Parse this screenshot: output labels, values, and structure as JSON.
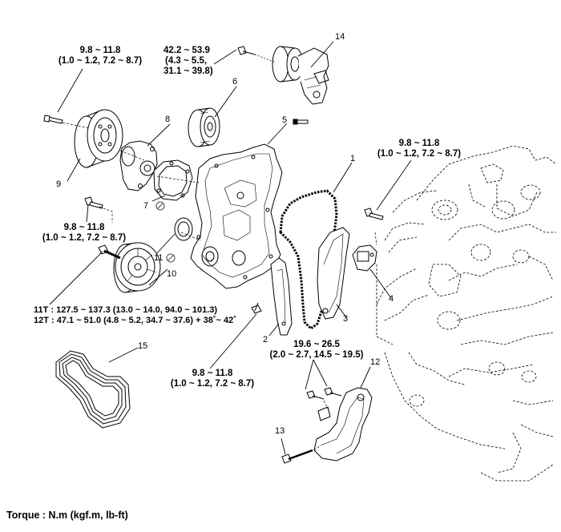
{
  "torques": {
    "t9": {
      "line1": "9.8 ~ 11.8",
      "line2": "(1.0 ~ 1.2, 7.2 ~ 8.7)"
    },
    "t14": {
      "line1": "42.2 ~ 53.9",
      "line2": "(4.3 ~ 5.5,",
      "line3": "31.1 ~ 39.8)"
    },
    "t4": {
      "line1": "9.8 ~ 11.8",
      "line2": "(1.0 ~ 1.2, 7.2 ~ 8.7)"
    },
    "t10bolt": {
      "line1": "9.8 ~ 11.8",
      "line2": "(1.0 ~ 1.2, 7.2 ~ 8.7)"
    },
    "t2": {
      "line1": "9.8 ~ 11.8",
      "line2": "(1.0 ~ 1.2, 7.2 ~ 8.7)"
    },
    "t12": {
      "line1": "19.6 ~ 26.5",
      "line2": "(2.0 ~ 2.7, 14.5 ~ 19.5)"
    },
    "crank": {
      "line1": "11T : 127.5 ~ 137.3 (13.0 ~ 14.0, 94.0 ~ 101.3)",
      "line2": "12T : 47.1 ~ 51.0 (4.8 ~ 5.2, 34.7 ~ 37.6) + 38˚~ 42˚"
    }
  },
  "parts": {
    "p1": "1",
    "p2": "2",
    "p3": "3",
    "p4": "4",
    "p5": "5",
    "p6": "6",
    "p7": "7",
    "p8": "8",
    "p9": "9",
    "p10": "10",
    "p11": "11",
    "p12": "12",
    "p13": "13",
    "p14": "14",
    "p15": "15"
  },
  "legend": "Torque : N.m (kgf.m, lb-ft)",
  "icons": {
    "non_reusable": "prohibited-circle-icon"
  }
}
